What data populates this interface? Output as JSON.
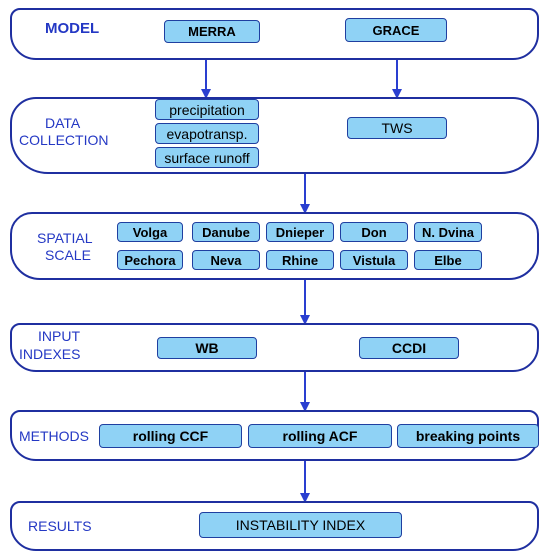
{
  "stages": {
    "model": {
      "label": "MODEL",
      "items": [
        "MERRA",
        "GRACE"
      ]
    },
    "data_collection": {
      "label_line1": "DATA",
      "label_line2": "COLLECTION",
      "left_items": [
        "precipitation",
        "evapotransp.",
        "surface runoff"
      ],
      "right_item": "TWS"
    },
    "spatial_scale": {
      "label_line1": "SPATIAL",
      "label_line2": "SCALE",
      "row1": [
        "Volga",
        "Danube",
        "Dnieper",
        "Don",
        "N. Dvina"
      ],
      "row2": [
        "Pechora",
        "Neva",
        "Rhine",
        "Vistula",
        "Elbe"
      ]
    },
    "input_indexes": {
      "label_line1": "INPUT",
      "label_line2": "INDEXES",
      "items": [
        "WB",
        "CCDI"
      ]
    },
    "methods": {
      "label": "METHODS",
      "items": [
        "rolling CCF",
        "rolling ACF",
        "breaking points"
      ]
    },
    "results": {
      "label": "RESULTS",
      "item": "INSTABILITY INDEX"
    }
  },
  "colors": {
    "border": "#1f2fa0",
    "label_text": "#2438c4",
    "box_fill": "#8fd2f5",
    "arrow": "#2a3fd0"
  }
}
